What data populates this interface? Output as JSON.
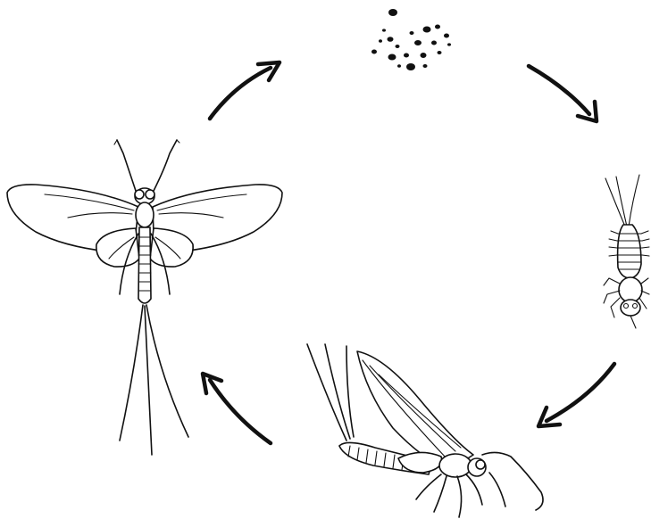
{
  "diagram": {
    "stages": [
      {
        "id": "eggs",
        "icon": "eggs-cluster"
      },
      {
        "id": "nymph",
        "icon": "nymph-larva"
      },
      {
        "id": "subimago",
        "icon": "subimago-emerging"
      },
      {
        "id": "adult",
        "icon": "adult-mayfly"
      }
    ],
    "arrows": [
      {
        "from": "adult",
        "to": "eggs"
      },
      {
        "from": "eggs",
        "to": "nymph"
      },
      {
        "from": "nymph",
        "to": "subimago"
      },
      {
        "from": "subimago",
        "to": "adult"
      }
    ],
    "colors": {
      "ink": "#111111",
      "background": "#ffffff"
    }
  }
}
